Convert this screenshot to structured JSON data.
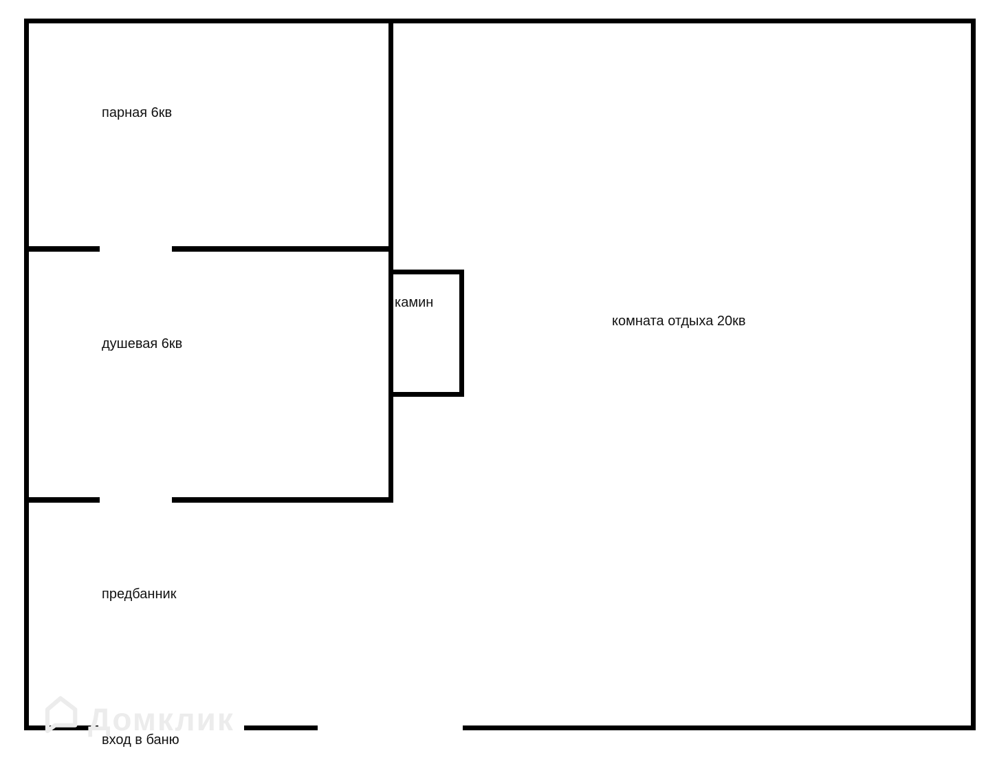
{
  "rooms": {
    "parnaya": {
      "label": "парная 6кв"
    },
    "dushevaya": {
      "label": "душевая 6кв"
    },
    "kamin": {
      "label": "камин"
    },
    "komnata": {
      "label": "комната отдыха 20кв"
    },
    "predbannik": {
      "label": "предбанник"
    },
    "vhod": {
      "label": "вход в баню"
    }
  },
  "watermark": {
    "text": "Домклик",
    "icon": "domclick-house-logo"
  },
  "colors": {
    "wall": "#000000",
    "text": "#111111",
    "watermark": "#ececec",
    "background": "#ffffff"
  }
}
